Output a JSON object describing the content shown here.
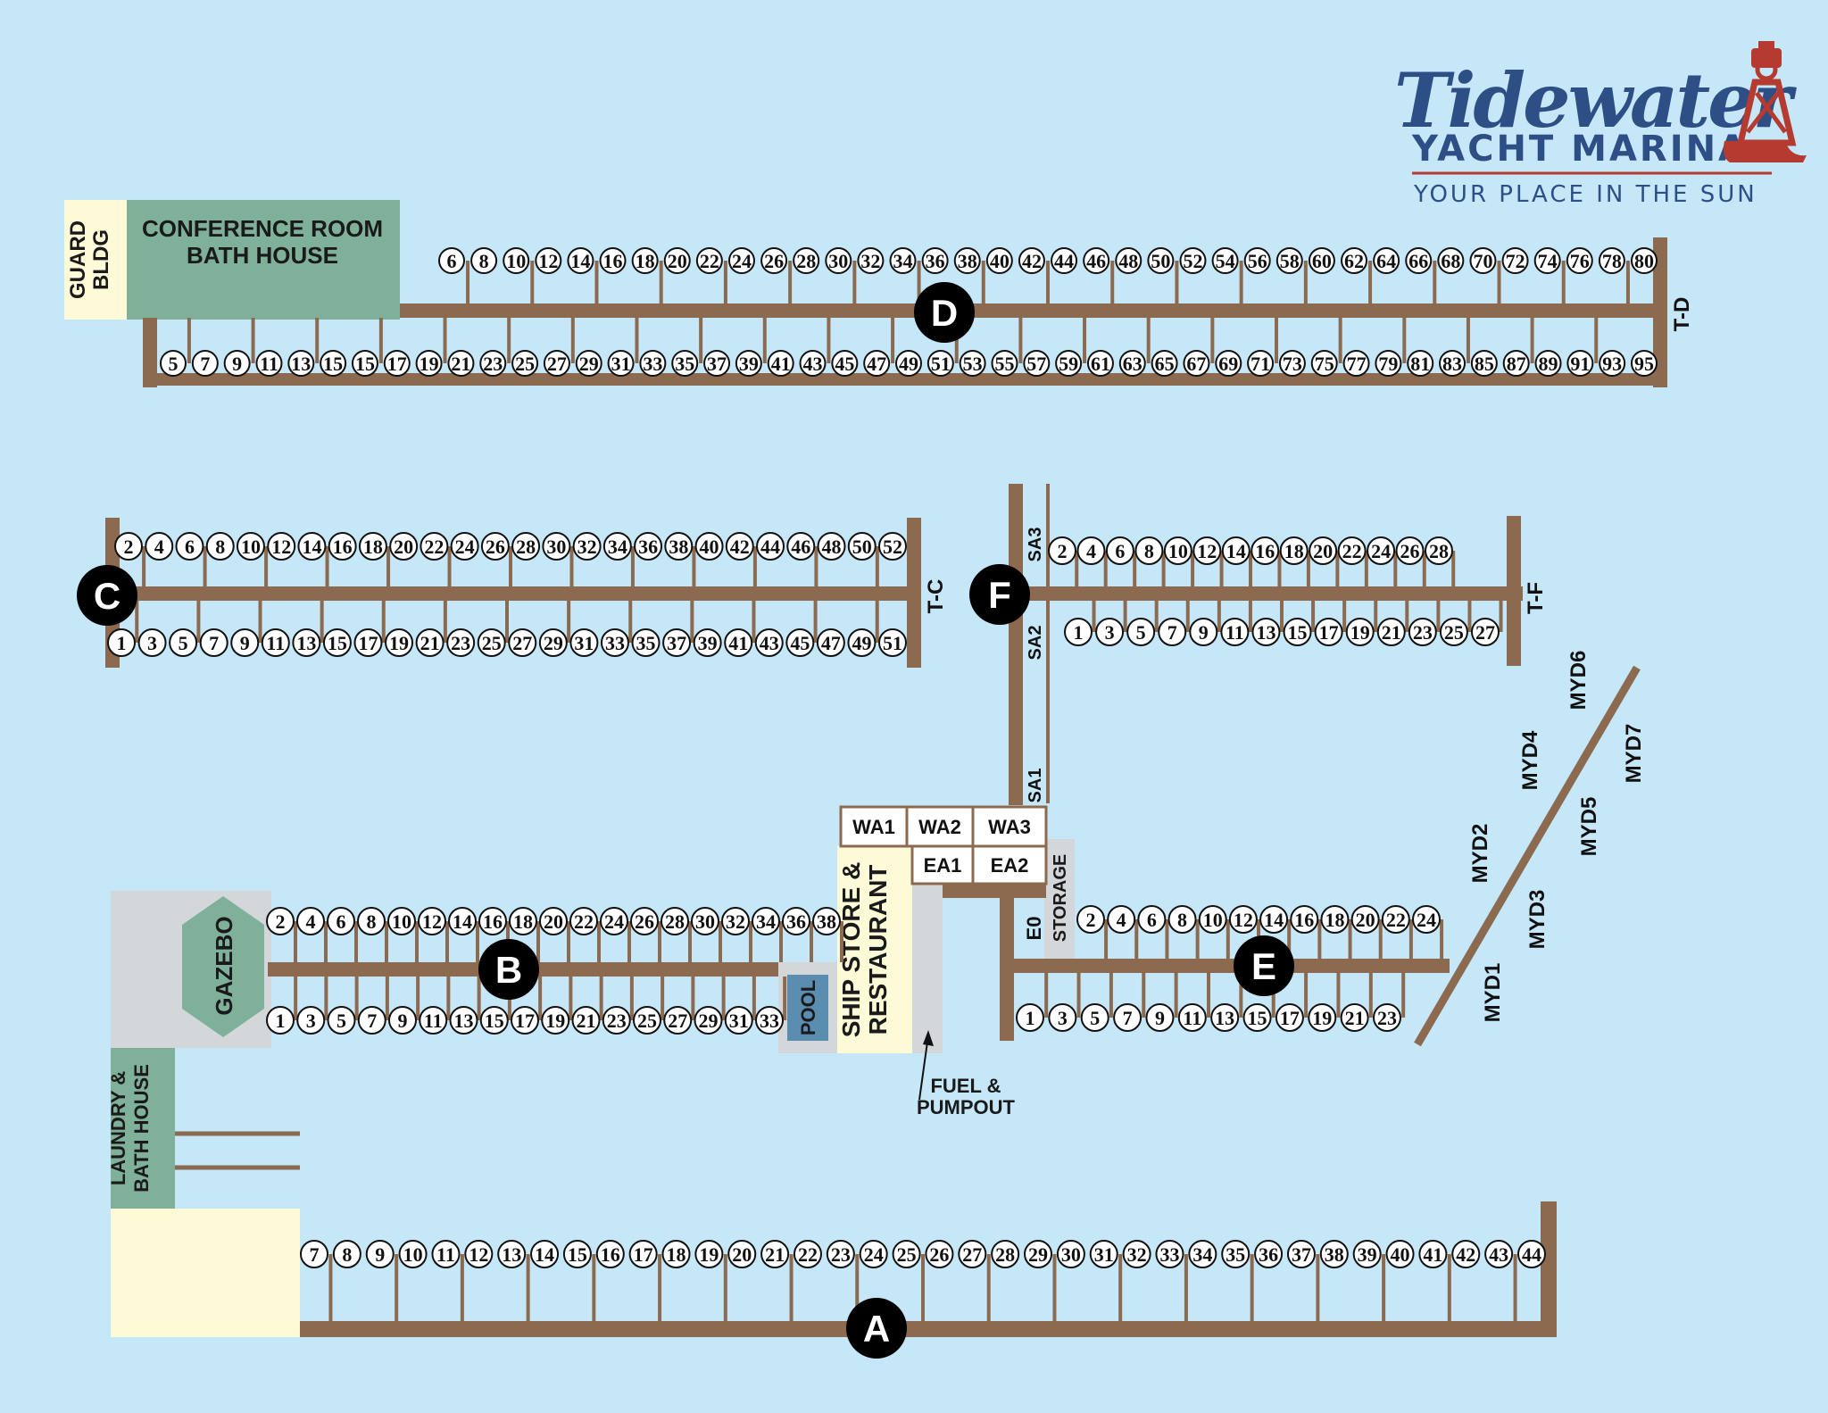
{
  "brand": {
    "name": "Tidewater",
    "subtitle": "YACHT MARINA",
    "tagline": "YOUR PLACE IN THE SUN"
  },
  "colors": {
    "water": "#c5e7f8",
    "dock": "#8c6a50",
    "building_green": "#7fb09a",
    "building_cream": "#fdfad8",
    "building_gray": "#d4d7da",
    "pool": "#5a8db0",
    "brand_blue": "#2d4f86",
    "brand_red": "#b53a2f"
  },
  "buildings": {
    "guard": "GUARD\nBLDG",
    "conference": "CONFERENCE ROOM\nBATH HOUSE",
    "gazebo": "GAZEBO",
    "laundry": "LAUNDRY &\nBATH HOUSE",
    "pool": "POOL",
    "ship_store": "SHIP STORE &\nRESTAURANT",
    "storage": "STORAGE",
    "fuel": "FUEL &\nPUMPOUT"
  },
  "docks": {
    "A": "A",
    "B": "B",
    "C": "C",
    "D": "D",
    "E": "E",
    "F": "F"
  },
  "t_heads": {
    "td": "T-D",
    "tc": "T-C",
    "tf": "T-F"
  },
  "special_slips": {
    "wa1": "WA1",
    "wa2": "WA2",
    "wa3": "WA3",
    "ea1": "EA1",
    "ea2": "EA2",
    "e0": "E0",
    "sa1": "SA1",
    "sa2": "SA2",
    "sa3": "SA3",
    "myd1": "MYD1",
    "myd2": "MYD2",
    "myd3": "MYD3",
    "myd4": "MYD4",
    "myd5": "MYD5",
    "myd6": "MYD6",
    "myd7": "MYD7"
  },
  "slips": {
    "d_north": [
      "6",
      "8",
      "10",
      "12",
      "14",
      "16",
      "18",
      "20",
      "22",
      "24",
      "26",
      "28",
      "30",
      "32",
      "34",
      "36",
      "38",
      "40",
      "42",
      "44",
      "46",
      "48",
      "50",
      "52",
      "54",
      "56",
      "58",
      "60",
      "62",
      "64",
      "66",
      "68",
      "70",
      "72",
      "74",
      "76",
      "78",
      "80"
    ],
    "d_south": [
      "5",
      "7",
      "9",
      "11",
      "13",
      "15",
      "15",
      "17",
      "19",
      "21",
      "23",
      "25",
      "27",
      "29",
      "31",
      "33",
      "35",
      "37",
      "39",
      "41",
      "43",
      "45",
      "47",
      "49",
      "51",
      "53",
      "55",
      "57",
      "59",
      "61",
      "63",
      "65",
      "67",
      "69",
      "71",
      "73",
      "75",
      "77",
      "79",
      "81",
      "83",
      "85",
      "87",
      "89",
      "91",
      "93",
      "95"
    ],
    "c_north": [
      "2",
      "4",
      "6",
      "8",
      "10",
      "12",
      "14",
      "16",
      "18",
      "20",
      "22",
      "24",
      "26",
      "28",
      "30",
      "32",
      "34",
      "36",
      "38",
      "40",
      "42",
      "44",
      "46",
      "48",
      "50",
      "52"
    ],
    "c_south": [
      "1",
      "3",
      "5",
      "7",
      "9",
      "11",
      "13",
      "15",
      "17",
      "19",
      "21",
      "23",
      "25",
      "27",
      "29",
      "31",
      "33",
      "35",
      "37",
      "39",
      "41",
      "43",
      "45",
      "47",
      "49",
      "51"
    ],
    "f_north": [
      "2",
      "4",
      "6",
      "8",
      "10",
      "12",
      "14",
      "16",
      "18",
      "20",
      "22",
      "24",
      "26",
      "28"
    ],
    "f_south": [
      "1",
      "3",
      "5",
      "7",
      "9",
      "11",
      "13",
      "15",
      "17",
      "19",
      "21",
      "23",
      "25",
      "27"
    ],
    "b_north": [
      "2",
      "4",
      "6",
      "8",
      "10",
      "12",
      "14",
      "16",
      "18",
      "20",
      "22",
      "24",
      "26",
      "28",
      "30",
      "32",
      "34",
      "36",
      "38"
    ],
    "b_south": [
      "1",
      "3",
      "5",
      "7",
      "9",
      "11",
      "13",
      "15",
      "17",
      "19",
      "21",
      "23",
      "25",
      "27",
      "29",
      "31",
      "33"
    ],
    "e_north": [
      "2",
      "4",
      "6",
      "8",
      "10",
      "12",
      "14",
      "16",
      "18",
      "20",
      "22",
      "24"
    ],
    "e_south": [
      "1",
      "3",
      "5",
      "7",
      "9",
      "11",
      "13",
      "15",
      "17",
      "19",
      "21",
      "23"
    ],
    "a": [
      "7",
      "8",
      "9",
      "10",
      "11",
      "12",
      "13",
      "14",
      "15",
      "16",
      "17",
      "18",
      "19",
      "20",
      "21",
      "22",
      "23",
      "24",
      "25",
      "26",
      "27",
      "28",
      "29",
      "30",
      "31",
      "32",
      "33",
      "34",
      "35",
      "36",
      "37",
      "38",
      "39",
      "40",
      "41",
      "42",
      "43",
      "44"
    ]
  }
}
